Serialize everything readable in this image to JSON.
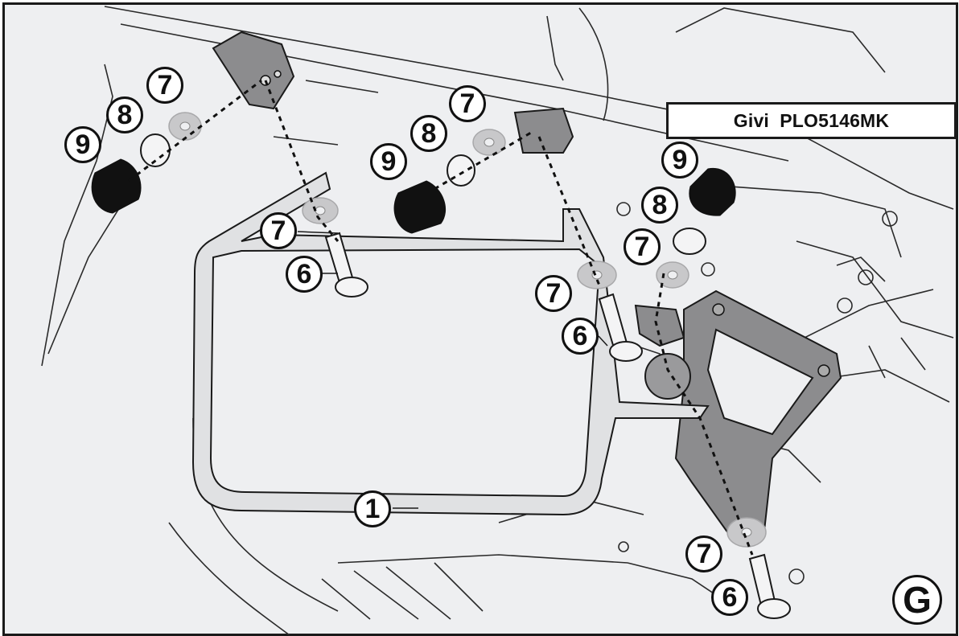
{
  "diagram": {
    "title_label": "Givi  PLO5146MK",
    "step_marker": "G",
    "colors": {
      "background": "#eeeff1",
      "outline": "#1a1a1a",
      "frame_fill": "#e4e5e7",
      "plate_fill": "#8c8c8e",
      "washer_fill": "#c8c8ca",
      "bumper_fill": "#111111"
    },
    "callouts": [
      {
        "id": "c9a",
        "number": "9",
        "part": "rubber bumper"
      },
      {
        "id": "c8a",
        "number": "8",
        "part": "spacer"
      },
      {
        "id": "c7a",
        "number": "7",
        "part": "washer"
      },
      {
        "id": "c7b",
        "number": "7",
        "part": "washer"
      },
      {
        "id": "c6a",
        "number": "6",
        "part": "screw"
      },
      {
        "id": "c7c",
        "number": "7",
        "part": "washer"
      },
      {
        "id": "c8b",
        "number": "8",
        "part": "spacer"
      },
      {
        "id": "c9b",
        "number": "9",
        "part": "rubber bumper"
      },
      {
        "id": "c9c",
        "number": "9",
        "part": "rubber bumper"
      },
      {
        "id": "c8c",
        "number": "8",
        "part": "spacer"
      },
      {
        "id": "c7d",
        "number": "7",
        "part": "washer"
      },
      {
        "id": "c7e",
        "number": "7",
        "part": "washer"
      },
      {
        "id": "c6b",
        "number": "6",
        "part": "screw"
      },
      {
        "id": "c1",
        "number": "1",
        "part": "side frame"
      },
      {
        "id": "c7f",
        "number": "7",
        "part": "washer"
      },
      {
        "id": "c6c",
        "number": "6",
        "part": "screw"
      }
    ]
  }
}
